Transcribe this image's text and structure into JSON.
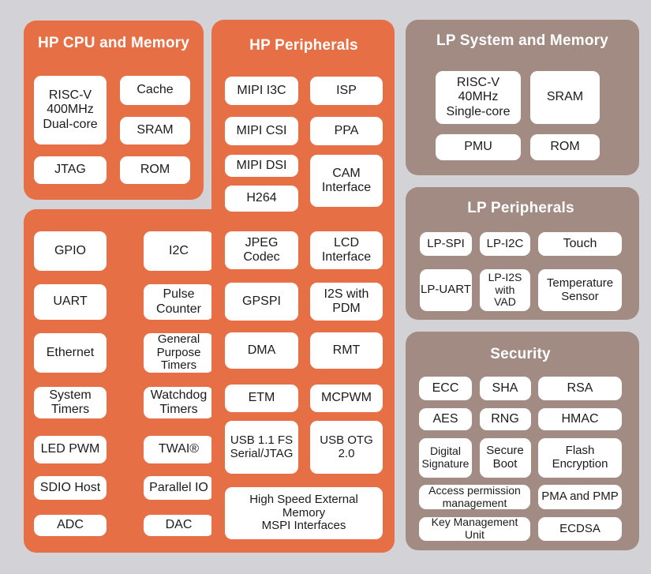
{
  "colors": {
    "background": "#D3D2D6",
    "hp_panel": "#E76F45",
    "lp_panel": "#A28B82",
    "item_bg": "#FFFFFF",
    "item_text": "#1B1B1B",
    "title_text": "#FFFFFF"
  },
  "sections": {
    "hp_cpu": {
      "title": "HP CPU and Memory",
      "items": {
        "cpu": "RISC-V\n400MHz\nDual-core",
        "cache": "Cache",
        "sram": "SRAM",
        "jtag": "JTAG",
        "rom": "ROM"
      }
    },
    "hp_periph": {
      "title": "HP Peripherals",
      "items": {
        "mipi_i3c": "MIPI I3C",
        "isp": "ISP",
        "mipi_csi": "MIPI CSI",
        "ppa": "PPA",
        "mipi_dsi": "MIPI DSI",
        "cam": "CAM\nInterface",
        "h264": "H264",
        "jpeg": "JPEG\nCodec",
        "lcd": "LCD\nInterface",
        "gpspi": "GPSPI",
        "i2s": "I2S with\nPDM",
        "dma": "DMA",
        "rmt": "RMT",
        "etm": "ETM",
        "mcpwm": "MCPWM",
        "usb_fs": "USB 1.1 FS\nSerial/JTAG",
        "usb_otg": "USB OTG\n2.0",
        "mspi": "High Speed External\nMemory\nMSPI Interfaces"
      }
    },
    "hp_common": {
      "items": {
        "gpio": "GPIO",
        "i2c": "I2C",
        "uart": "UART",
        "pulse": "Pulse\nCounter",
        "ethernet": "Ethernet",
        "gpt": "General\nPurpose\nTimers",
        "systimers": "System\nTimers",
        "wdt": "Watchdog\nTimers",
        "ledpwm": "LED PWM",
        "twai": "TWAI®",
        "sdio": "SDIO Host",
        "pario": "Parallel IO",
        "adc": "ADC",
        "dac": "DAC"
      }
    },
    "lp_system": {
      "title": "LP System and Memory",
      "items": {
        "cpu": "RISC-V\n40MHz\nSingle-core",
        "sram": "SRAM",
        "pmu": "PMU",
        "rom": "ROM"
      }
    },
    "lp_periph": {
      "title": "LP Peripherals",
      "items": {
        "lp_spi": "LP-SPI",
        "lp_i2c": "LP-I2C",
        "touch": "Touch",
        "lp_uart": "LP-UART",
        "lp_i2s": "LP-I2S\nwith\nVAD",
        "temp": "Temperature\nSensor"
      }
    },
    "security": {
      "title": "Security",
      "items": {
        "ecc": "ECC",
        "sha": "SHA",
        "rsa": "RSA",
        "aes": "AES",
        "rng": "RNG",
        "hmac": "HMAC",
        "digsig": "Digital\nSignature",
        "secboot": "Secure\nBoot",
        "flashenc": "Flash\nEncryption",
        "apm": "Access permission\nmanagement",
        "pma": "PMA and PMP",
        "kmu": "Key Management\nUnit",
        "ecdsa": "ECDSA"
      }
    }
  }
}
